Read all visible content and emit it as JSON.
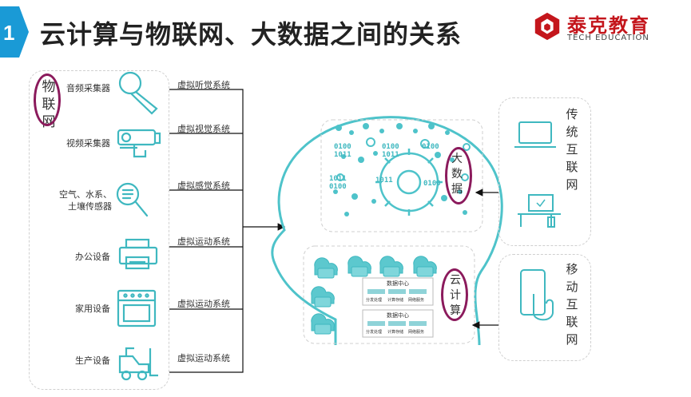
{
  "title": "云计算与物联网、大数据之间的关系",
  "logo": {
    "cn": "泰克教育",
    "en": "TECH EDUCATION"
  },
  "iot": {
    "label": [
      "物",
      "联",
      "网"
    ]
  },
  "devices": [
    {
      "label": "音频采集器",
      "icon": "microphone-icon",
      "system": "虚拟听觉系统"
    },
    {
      "label": "视频采集器",
      "icon": "camera-icon",
      "system": "虚拟视觉系统"
    },
    {
      "label": "空气、水系、土壤传感器",
      "icon": "magnifier-sensor-icon",
      "system": "虚拟感觉系统"
    },
    {
      "label": "办公设备",
      "icon": "printer-icon",
      "system": "虚拟运动系统"
    },
    {
      "label": "家用设备",
      "icon": "oven-icon",
      "system": "虚拟运动系统"
    },
    {
      "label": "生产设备",
      "icon": "forklift-icon",
      "system": "虚拟运动系统"
    }
  ],
  "brain": {
    "bigdata_label": [
      "大",
      "数",
      "据"
    ],
    "bits": [
      "0100",
      "1011",
      "0100",
      "1011",
      "0100",
      "1011",
      "0100",
      "1011",
      "0100"
    ],
    "cloud_label": [
      "云",
      "计",
      "算"
    ],
    "data_center": "数据中心",
    "dc_items": [
      "分发处理",
      "计算存储",
      "网络服务"
    ]
  },
  "traditional_internet": {
    "label": [
      "传",
      "统",
      "互",
      "联",
      "网"
    ]
  },
  "mobile_internet": {
    "label": [
      "移",
      "动",
      "互",
      "联",
      "网"
    ]
  }
}
